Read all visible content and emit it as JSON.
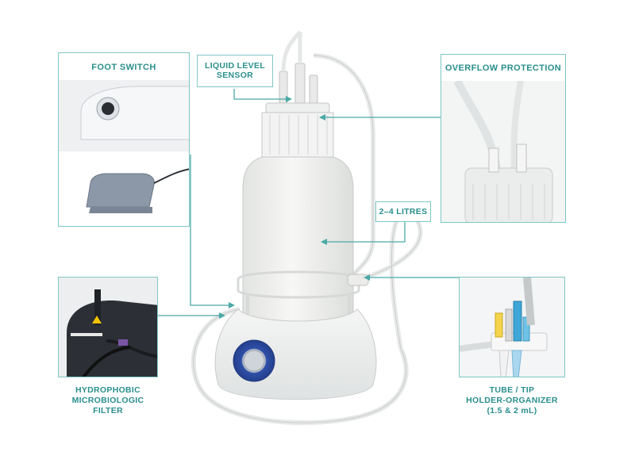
{
  "labels": {
    "foot_switch": "FOOT SWITCH",
    "liquid_level_1": "LIQUID LEVEL",
    "liquid_level_2": "SENSOR",
    "overflow": "OVERFLOW PROTECTION",
    "litres": "2–4 LITRES",
    "hydro_1": "HYDROPHOBIC",
    "hydro_2": "MICROBIOLOGIC",
    "hydro_3": "FILTER",
    "tube_1": "TUBE / TIP",
    "tube_2": "HOLDER-ORGANIZER",
    "tube_3": "(1.5 & 2 mL)"
  },
  "colors": {
    "accent": "#2a8f8d",
    "frame": "#7fc7c4",
    "knob": "#2f4fa8"
  }
}
